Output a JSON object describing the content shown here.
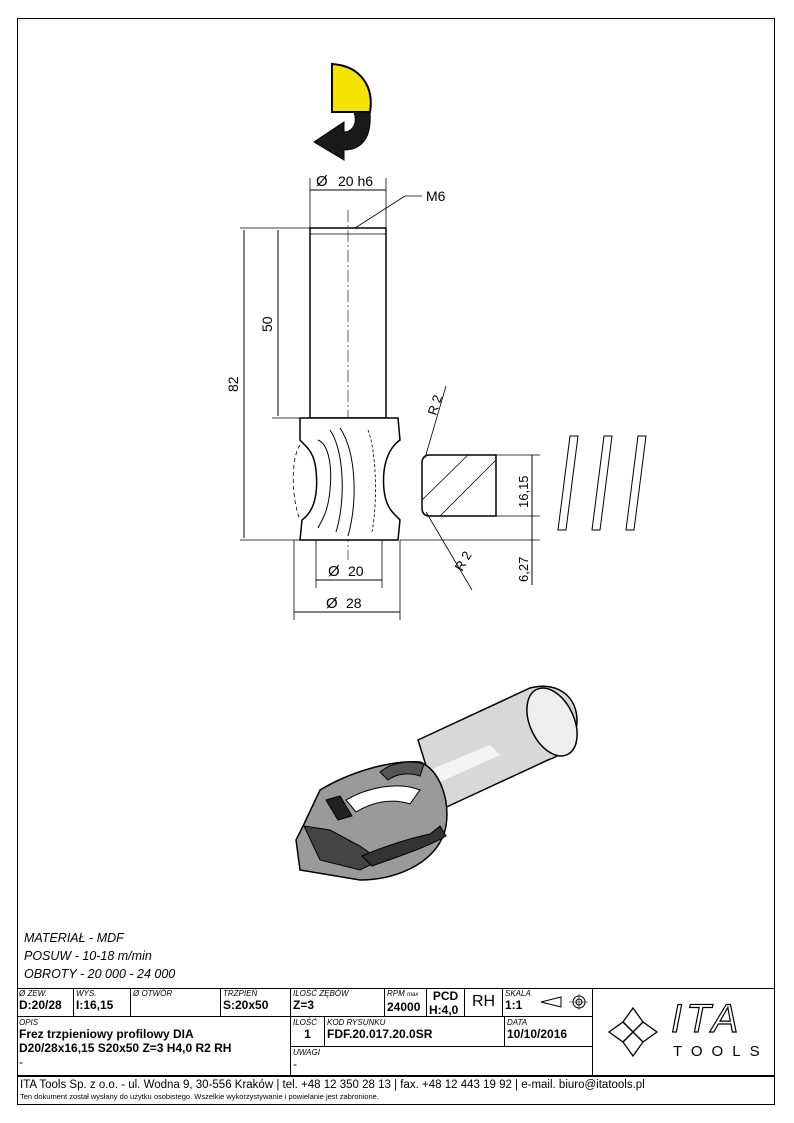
{
  "rotation_arrow": {
    "accent": "#f5e400"
  },
  "dims": {
    "shank_dia": "20 h6",
    "thread": "M6",
    "shank_len": "50",
    "total_len": "82",
    "d_small": "20",
    "d_large": "28",
    "r_top": "R 2",
    "r_bottom": "R 2",
    "cut_height": "16,15",
    "offset": "6,27"
  },
  "notes": {
    "material": "MATERIAŁ - MDF",
    "feed": "POSUW - 10-18 m/min",
    "speed": "OBROTY - 20 000 - 24 000"
  },
  "titleblock": {
    "zew_label": "Ø ZEW.",
    "zew_value": "D:20/28",
    "wys_label": "WYS.",
    "wys_value": "I:16,15",
    "otwor_label": "Ø OTWÓR",
    "otwor_value": "",
    "trzpien_label": "TRZPIEŃ",
    "trzpien_value": "S:20x50",
    "zeby_label": "ILOŚĆ ZĘBÓW",
    "zeby_value": "Z=3",
    "rpm_label": "RPM",
    "rpm_sub": "max",
    "rpm_value": "24000",
    "pcd_label": "PCD",
    "pcd_value": "H:4,0",
    "rh": "RH",
    "skala_label": "SKALA",
    "skala_value": "1:1",
    "opis_label": "OPIS",
    "opis_line1": "Frez trzpieniowy profilowy DIA",
    "opis_line2": "D20/28x16,15 S20x50 Z=3 H4,0 R2 RH",
    "opis_line3": "-",
    "ilosc_label": "ILOŚĆ",
    "ilosc_value": "1",
    "kod_label": "KOD RYSUNKU",
    "kod_value": "FDF.20.017.20.0SR",
    "data_label": "DATA",
    "data_value": "10/10/2016",
    "uwagi_label": "UWAGI",
    "uwagi_value": "-",
    "logo_text": "ITA",
    "logo_sub": "TOOLS"
  },
  "footer": {
    "line1": "ITA Tools Sp. z o.o. - ul. Wodna 9, 30-556 Kraków | tel. +48 12 350 28 13 | fax. +48 12 443 19 92 | e-mail. biuro@itatools.pl",
    "line2": "Ten dokument został wysłany do użytku osobistego. Wszelkie wykorzystywanie i powielanie jest zabronione."
  }
}
